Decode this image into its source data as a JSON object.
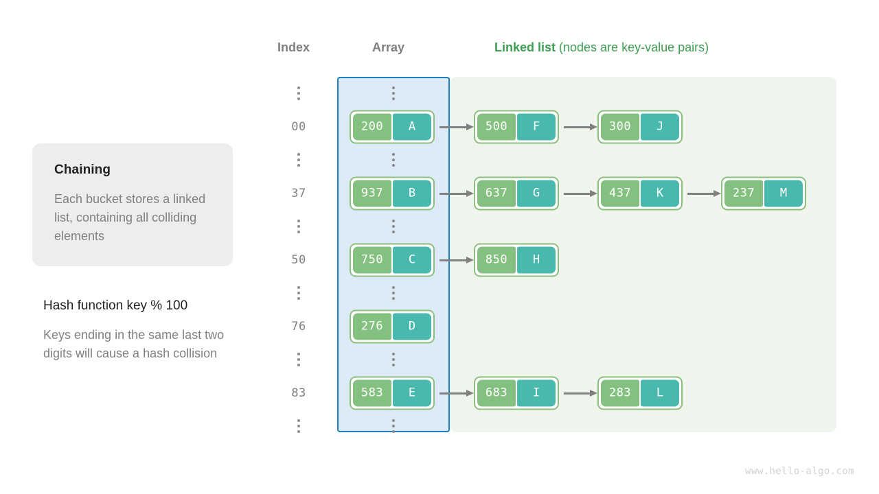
{
  "headers": {
    "index": "Index",
    "array": "Array",
    "linked_list_strong": "Linked list",
    "linked_list_rest": " (nodes are key-value pairs)"
  },
  "left_panel": {
    "card": {
      "title": "Chaining",
      "body": "Each bucket stores a linked list, containing all colliding elements"
    },
    "hash": {
      "title": "Hash function key % 100",
      "body": "Keys ending in the same last two digits will cause a hash collision"
    }
  },
  "colors": {
    "array_panel_fill": "#dcebf7",
    "array_panel_border": "#1a7fc1",
    "list_panel_fill": "#eff5ec",
    "node_border": "#8cbf7e",
    "key_cell": "#84c07f",
    "value_cell": "#4ab9ad",
    "arrow": "#808080",
    "header_gray": "#808080",
    "header_green": "#3e9e52",
    "card_bg": "#eceded"
  },
  "ellipsis_glyph": "vertical-dots",
  "rows": [
    {
      "index": "00",
      "nodes": [
        {
          "key": "200",
          "value": "A"
        },
        {
          "key": "500",
          "value": "F"
        },
        {
          "key": "300",
          "value": "J"
        }
      ]
    },
    {
      "index": "37",
      "nodes": [
        {
          "key": "937",
          "value": "B"
        },
        {
          "key": "637",
          "value": "G"
        },
        {
          "key": "437",
          "value": "K"
        },
        {
          "key": "237",
          "value": "M"
        }
      ]
    },
    {
      "index": "50",
      "nodes": [
        {
          "key": "750",
          "value": "C"
        },
        {
          "key": "850",
          "value": "H"
        }
      ]
    },
    {
      "index": "76",
      "nodes": [
        {
          "key": "276",
          "value": "D"
        }
      ]
    },
    {
      "index": "83",
      "nodes": [
        {
          "key": "583",
          "value": "E"
        },
        {
          "key": "683",
          "value": "I"
        },
        {
          "key": "283",
          "value": "L"
        }
      ]
    }
  ],
  "watermark": "www.hello-algo.com"
}
